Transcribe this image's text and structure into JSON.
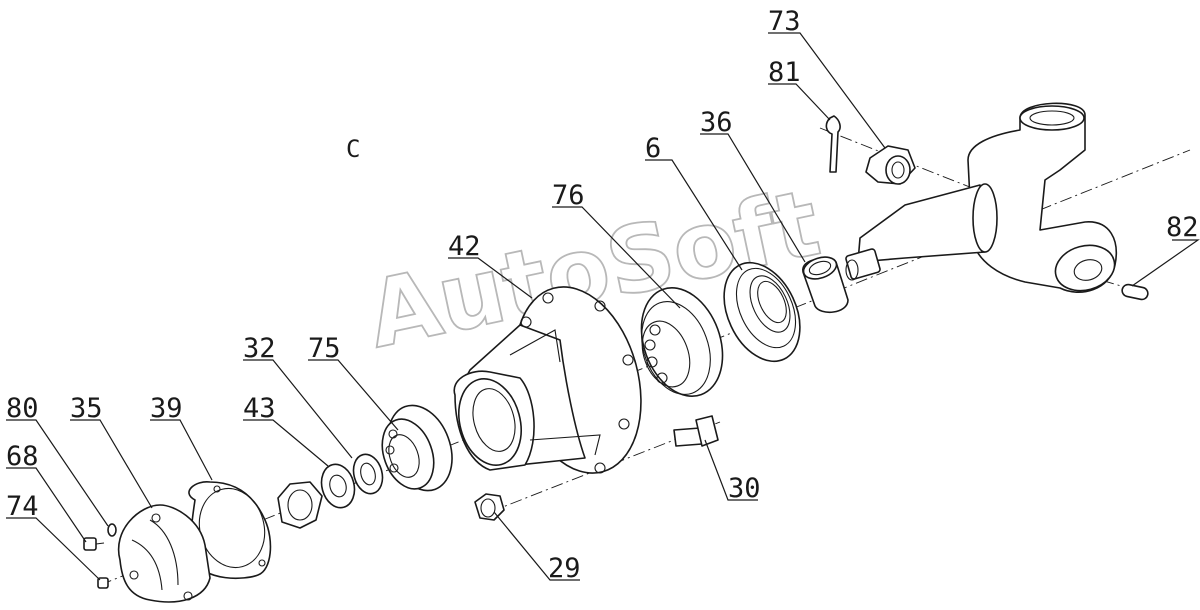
{
  "view_label": "C",
  "watermark": "AutoSoft",
  "colors": {
    "line": "#1a1a1a",
    "watermark": "#b8b8b8",
    "background": "#ffffff"
  },
  "callouts": {
    "c73": "73",
    "c81": "81",
    "c36": "36",
    "c6": "6",
    "c76": "76",
    "c42": "42",
    "c82": "82",
    "c32": "32",
    "c75": "75",
    "c43": "43",
    "c80": "80",
    "c35": "35",
    "c39": "39",
    "c68": "68",
    "c74": "74",
    "c30": "30",
    "c29": "29"
  }
}
